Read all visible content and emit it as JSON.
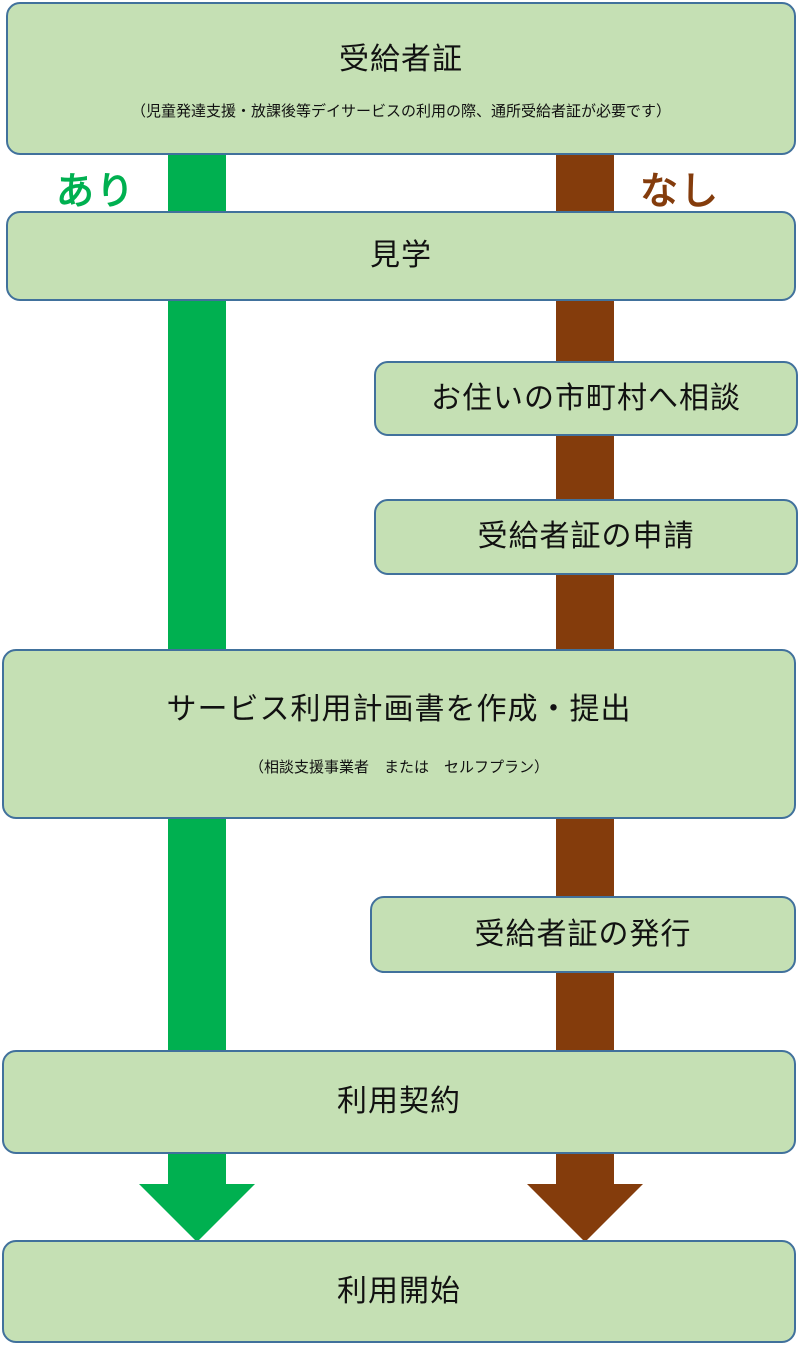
{
  "colors": {
    "yes_path": "#00b050",
    "no_path": "#843c0c",
    "box_fill": "#c5e0b4",
    "box_border": "#41719c"
  },
  "branch_labels": {
    "yes": "あり",
    "no": "なし"
  },
  "steps": {
    "certificate": {
      "title": "受給者証",
      "note": "（児童発達支援・放課後等デイサービスの利用の際、通所受給者証が必要です）"
    },
    "visit": {
      "title": "見学"
    },
    "consult": {
      "title": "お住いの市町村へ相談"
    },
    "apply": {
      "title": "受給者証の申請"
    },
    "plan": {
      "title": "サービス利用計画書を作成・提出",
      "note": "（相談支援事業者　または　セルフプラン）"
    },
    "issue": {
      "title": "受給者証の発行"
    },
    "contract": {
      "title": "利用契約"
    },
    "start": {
      "title": "利用開始"
    }
  }
}
